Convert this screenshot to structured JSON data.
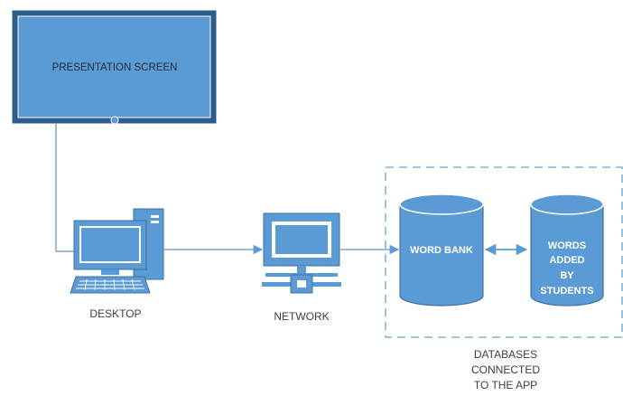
{
  "diagram": {
    "presentation_screen": {
      "label": "PRESENTATION SCREEN",
      "icon": "presentation-screen-icon"
    },
    "desktop": {
      "label": "DESKTOP",
      "icon": "desktop-computer-icon"
    },
    "network": {
      "label": "NETWORK",
      "icon": "network-terminal-icon"
    },
    "word_bank": {
      "label": "WORD BANK",
      "icon": "database-cylinder-icon"
    },
    "words_added": {
      "lines": [
        "WORDS",
        "ADDED",
        "BY",
        "STUDENTS"
      ],
      "icon": "database-cylinder-icon"
    },
    "databases_group": {
      "lines": [
        "DATABASES",
        "CONNECTED",
        "TO THE APP"
      ]
    },
    "colors": {
      "fill": "#5b9bd5",
      "stroke": "#41719c",
      "connector": "#7fa7d4",
      "dashed_border": "#7fb5d9",
      "screen_dark": "#2e5d8c"
    }
  }
}
